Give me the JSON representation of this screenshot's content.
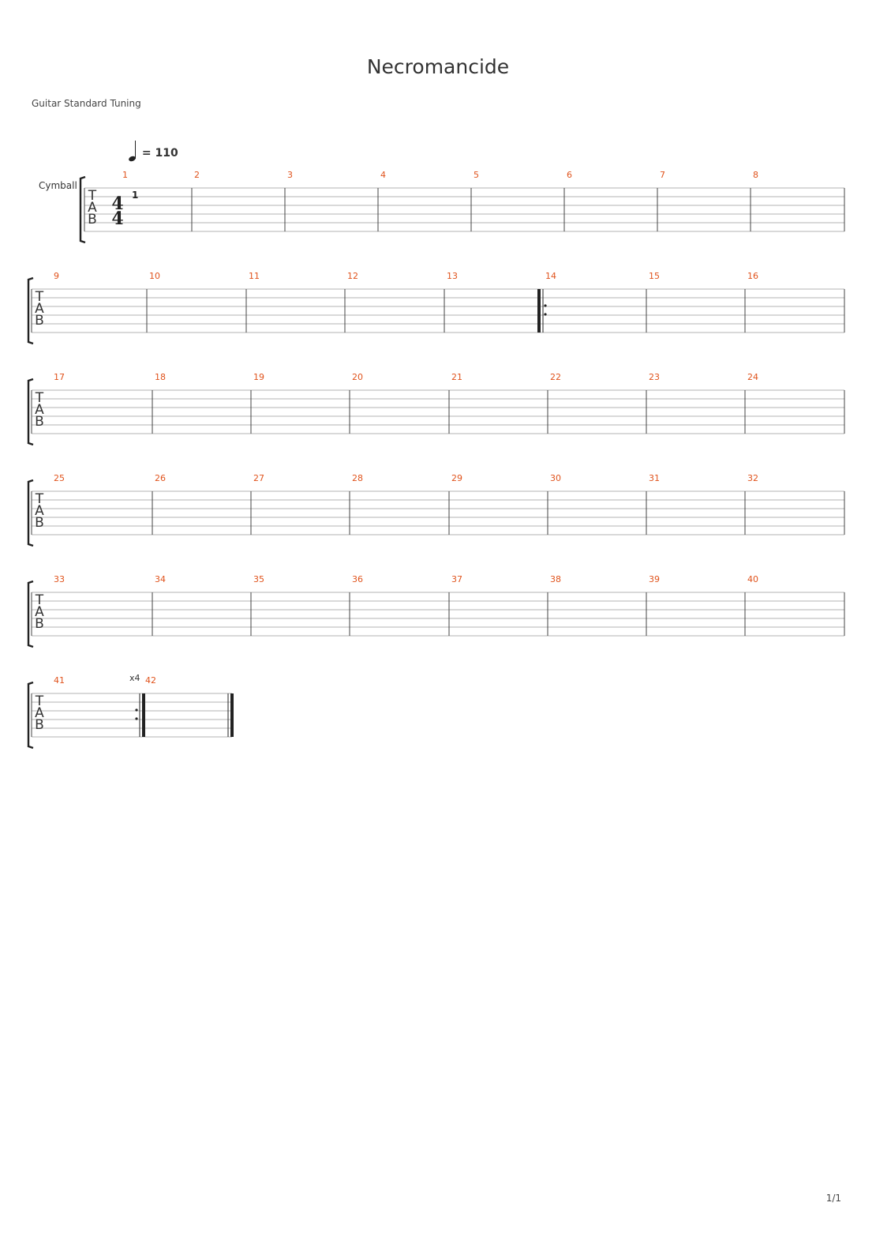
{
  "title": "Necromancide",
  "tuning": "Guitar Standard Tuning",
  "tempo": {
    "note": "quarter-note-icon",
    "label": "= 110"
  },
  "track_name": "Cymball",
  "time_signature": {
    "top": "4",
    "bottom": "4"
  },
  "first_beat_label": "1",
  "tab_clef": [
    "T",
    "A",
    "B"
  ],
  "repeat_count": "x4",
  "page_number": "1/1",
  "measures": {
    "row1": [
      "1",
      "2",
      "3",
      "4",
      "5",
      "6",
      "7",
      "8"
    ],
    "row2": [
      "9",
      "10",
      "11",
      "12",
      "13",
      "14",
      "15",
      "16"
    ],
    "row3": [
      "17",
      "18",
      "19",
      "20",
      "21",
      "22",
      "23",
      "24"
    ],
    "row4": [
      "25",
      "26",
      "27",
      "28",
      "29",
      "30",
      "31",
      "32"
    ],
    "row5": [
      "33",
      "34",
      "35",
      "36",
      "37",
      "38",
      "39",
      "40"
    ],
    "row6": [
      "41",
      "42"
    ]
  },
  "colors": {
    "measure_number": "#e0531c",
    "staff_line": "#9a9a9a",
    "barline": "#444444"
  }
}
